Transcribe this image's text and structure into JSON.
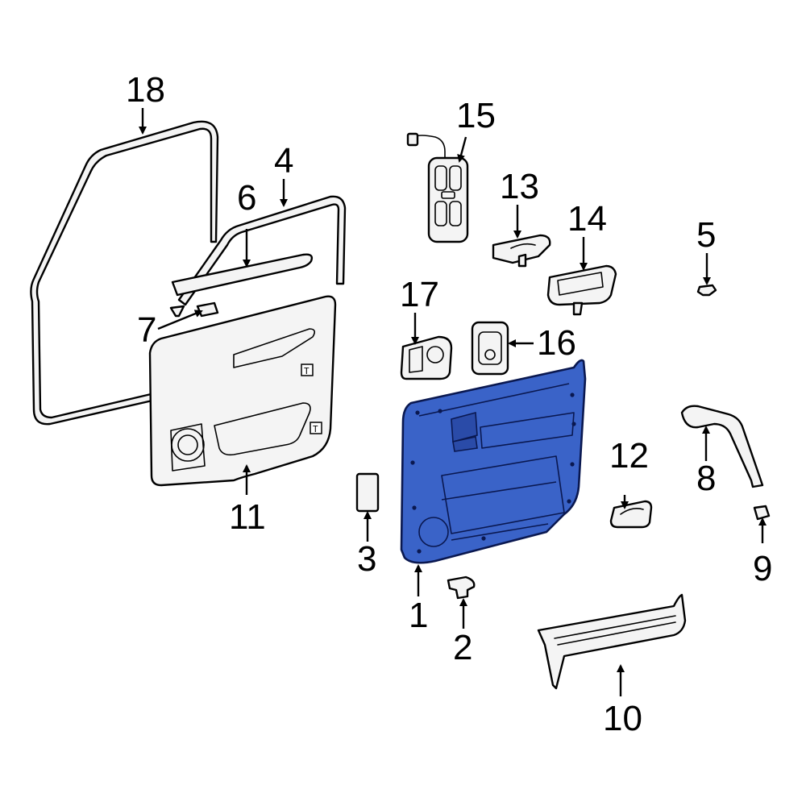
{
  "highlight_color": "#3a63c8",
  "callouts": {
    "c1": "1",
    "c2": "2",
    "c3": "3",
    "c4": "4",
    "c5": "5",
    "c6": "6",
    "c7": "7",
    "c8": "8",
    "c9": "9",
    "c10": "10",
    "c11": "11",
    "c12": "12",
    "c13": "13",
    "c14": "14",
    "c15": "15",
    "c16": "16",
    "c17": "17",
    "c18": "18"
  },
  "marks": {
    "t1": "T",
    "t2": "T"
  }
}
